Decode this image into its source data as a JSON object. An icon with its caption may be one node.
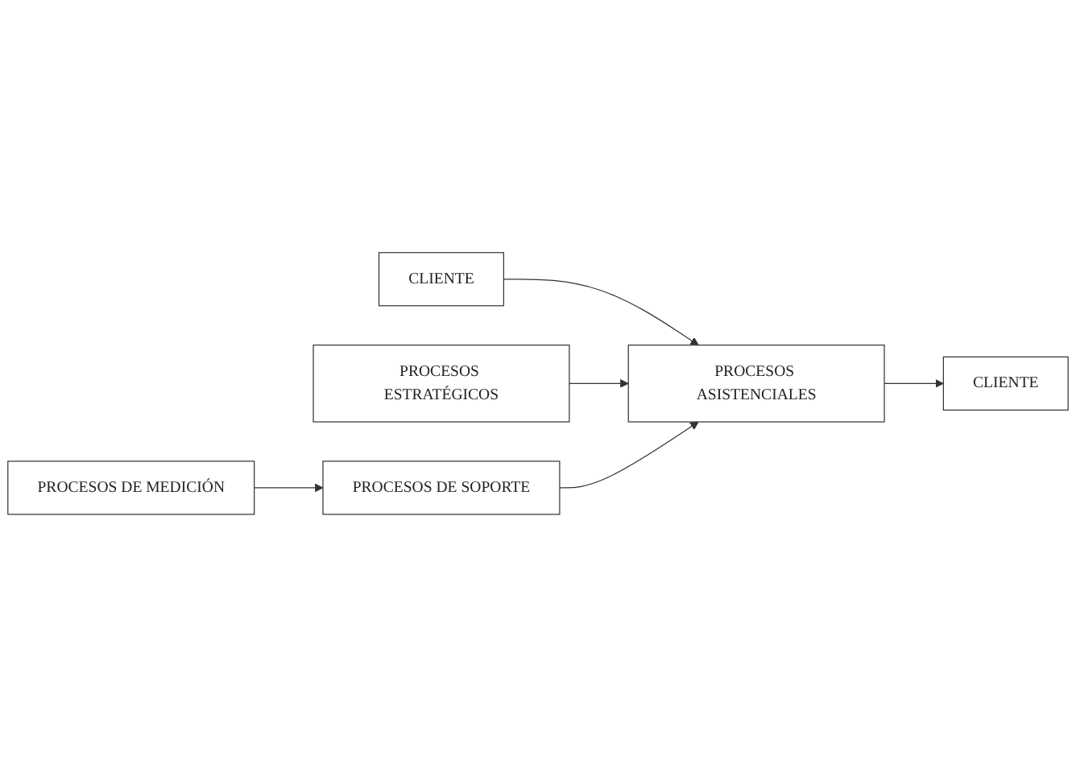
{
  "diagram": {
    "nodes": [
      {
        "text": [
          "CLIENTE"
        ]
      },
      {
        "text": [
          "PROCESOS ESTRATÉGICOS"
        ]
      },
      {
        "text": [
          "PROCESOS ASISTENCIALES"
        ]
      },
      {
        "text": [
          "CLIENTE"
        ]
      },
      {
        "text": [
          "PROCESOS DE SOPORTE"
        ]
      },
      {
        "text": [
          "PROCESOS DE MEDICIÓN"
        ]
      }
    ],
    "edges": [
      {
        "from": 0,
        "to": 2,
        "arrow": "to"
      },
      {
        "from": 1,
        "to": 2,
        "arrow": "to"
      },
      {
        "from": 4,
        "to": 2,
        "arrow": "to"
      },
      {
        "from": 5,
        "to": 4,
        "arrow": "to"
      },
      {
        "from": 2,
        "to": 3,
        "arrow": "to"
      }
    ]
  }
}
